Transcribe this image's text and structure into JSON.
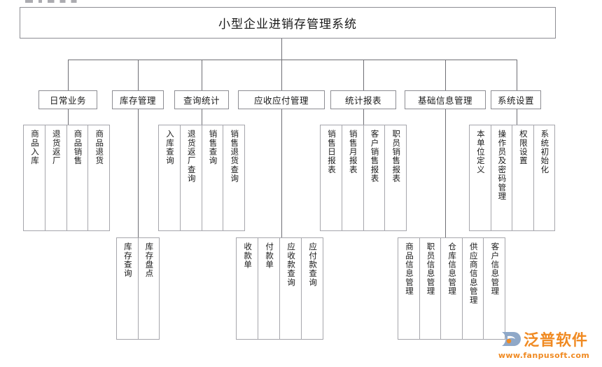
{
  "diagram": {
    "type": "tree",
    "root": {
      "label": "小型企业进销存管理系统"
    },
    "level2": [
      {
        "key": "daily",
        "label": "日常业务"
      },
      {
        "key": "stock",
        "label": "库存管理"
      },
      {
        "key": "query",
        "label": "查询统计"
      },
      {
        "key": "ar_ap",
        "label": "应收应付管理"
      },
      {
        "key": "report",
        "label": "统计报表"
      },
      {
        "key": "baseinfo",
        "label": "基础信息管理"
      },
      {
        "key": "settings",
        "label": "系统设置"
      }
    ],
    "groups": {
      "daily": [
        "商品入库",
        "退货返厂",
        "商品销售",
        "商品退货"
      ],
      "stock": [
        "库存查询",
        "库存盘点"
      ],
      "query": [
        "入库查询",
        "退货返厂查询",
        "销售查询",
        "销售退货查询"
      ],
      "ar_ap": [
        "收款单",
        "付款单",
        "应收款查询",
        "应付款查询"
      ],
      "report": [
        "销售日报表",
        "销售月报表",
        "客户销售报表",
        "职员销售报表"
      ],
      "baseinfo": [
        "商品信息管理",
        "职员信息管理",
        "仓库信息管理",
        "供应商信息管理",
        "客户信息管理"
      ],
      "settings": [
        "本单位定义",
        "操作员及密码管理",
        "权限设置",
        "系统初始化"
      ]
    }
  },
  "watermark": {
    "brand": "泛普软件",
    "url": "www.fanpusoft.com",
    "color": "#f08a22",
    "mark_color": "#8fa8c8"
  },
  "style": {
    "box_border": "#9a9aa0",
    "line_color": "#6f6f75",
    "background": "#ffffff"
  }
}
